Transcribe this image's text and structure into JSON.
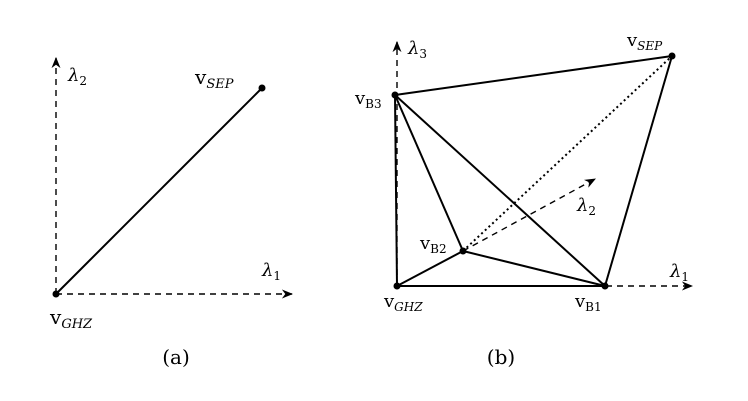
{
  "panel_a": {
    "caption": "(a)",
    "axis1_label": {
      "symbol": "λ",
      "sub": "1"
    },
    "axis2_label": {
      "symbol": "λ",
      "sub": "2"
    },
    "v_ghz_label": {
      "base": "v",
      "sub": "GHZ"
    },
    "v_sep_label": {
      "base": "v",
      "sub": "SEP"
    }
  },
  "panel_b": {
    "caption": "(b)",
    "axis1_label": {
      "symbol": "λ",
      "sub": "1"
    },
    "axis2_label": {
      "symbol": "λ",
      "sub": "2"
    },
    "axis3_label": {
      "symbol": "λ",
      "sub": "3"
    },
    "v_ghz_label": {
      "base": "v",
      "sub": "GHZ"
    },
    "v_sep_label": {
      "base": "v",
      "sub": "SEP"
    },
    "v_b1_label": {
      "base": "v",
      "sub": "B1"
    },
    "v_b2_label": {
      "base": "v",
      "sub": "B2"
    },
    "v_b3_label": {
      "base": "v",
      "sub": "B3"
    }
  }
}
